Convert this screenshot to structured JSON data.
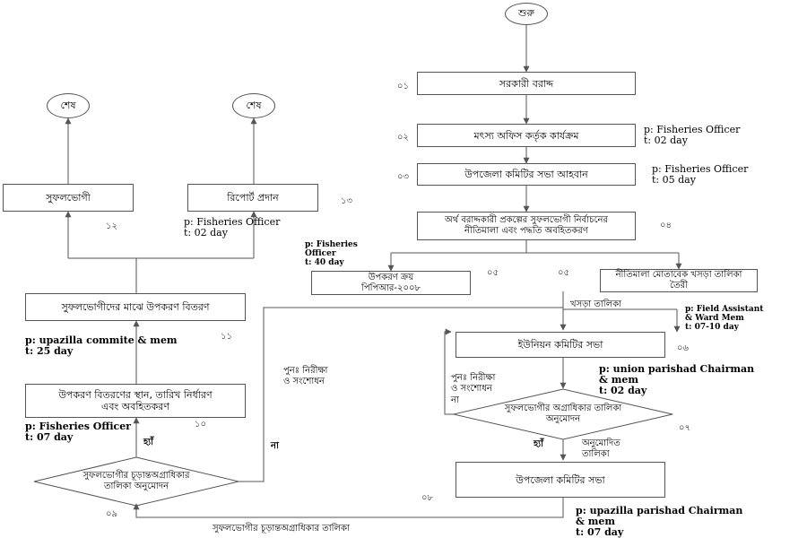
{
  "start": "শুরু",
  "ends": [
    "শেষ",
    "শেষ"
  ],
  "steps": {
    "s01": {
      "num": "০১",
      "label": "সরকারী বরাদ্দ"
    },
    "s02": {
      "num": "০২",
      "label": "মৎস্য অফিস কর্তৃক কার্যক্রম",
      "role": "p: Fisheries Officer",
      "time": "t: 02 day"
    },
    "s03": {
      "num": "০৩",
      "label": "উপজেলা কমিটির সভা আহবান",
      "role": "p: Fisheries Officer",
      "time": "t: 05 day"
    },
    "s04": {
      "num": "০৪",
      "label_line1": "অর্থ বরাদ্দকারী প্রকল্পের সুফলভোগী নির্বাচনের",
      "label_line2": "নীতিমালা এবং পদ্ধতি অবহিতকরণ"
    },
    "s05a": {
      "num": "০৫",
      "label_line1": "উপকরণ ক্রয়",
      "label_line2": "পিপিআর-২০০৮",
      "role_line1": "p: Fisheries",
      "role_line2": "Officer",
      "time": "t: 40 day"
    },
    "s05b": {
      "num": "০৫",
      "label_line1": "নীতিমালা মোতাবেক খসড়া তালিকা",
      "label_line2": "তৈরী",
      "role_line1": "p: Field Assistant",
      "role_line2": "& Ward Mem",
      "time": "t: 07-10 day"
    },
    "s06": {
      "num": "০৬",
      "label": "ইউনিয়ন কমিটির সভা",
      "role_line1": "p: union parishad Chairman",
      "role_line2": "& mem",
      "time": "t: 02 day"
    },
    "s07": {
      "num": "০৭",
      "label_line1": "সুফলভোগীর অগ্রাধিকার তালিকা",
      "label_line2": "অনুমোদন"
    },
    "s08": {
      "num": "০৮",
      "label": "উপজেলা কমিটির সভা",
      "role_line1": "p: upazilla parishad Chairman",
      "role_line2": "& mem",
      "time": "t: 07 day"
    },
    "s09": {
      "num": "০৯",
      "label_line1": "সুফলভোগীর চূড়ান্তঅগ্রাধিকার",
      "label_line2": "তালিকা অনুমোদন"
    },
    "s10": {
      "num": "১০",
      "label_line1": "উপকরণ বিতরণের স্থান, তারিখ নির্ধারণ",
      "label_line2": "এবং অবহিতকরণ",
      "role": "p: Fisheries Officer",
      "time": "t: 07 day"
    },
    "s11": {
      "num": "১১",
      "label": "সুফলভোগীদের মাঝে উপকরণ বিতরণ",
      "role": "p: upazilla commite & mem",
      "time": "t: 25 day"
    },
    "s12": {
      "num": "১২",
      "label": "সুফলভোগী"
    },
    "s13": {
      "num": "১৩",
      "label": "রিপোর্ট প্রদান",
      "role": "p: Fisheries Officer",
      "time": "t: 02 day"
    }
  },
  "edges": {
    "draft_list": "খসড়া তালিকা",
    "recheck1": "পুনঃ নিরীক্ষা",
    "recheck1b": "ও সংশোধন",
    "no1": "না",
    "recheck2": "পুনঃ নিরীক্ষা",
    "recheck2b": "ও সংশোধন",
    "no2": "না",
    "yes1": "হ্যাঁ",
    "approved": "অনুমোদিত",
    "approved_b": "তালিকা",
    "yes2": "হ্যাঁ",
    "final_list": "সুফলভোগীর চূড়ান্তঅগ্রাধিকার তালিকা"
  },
  "colors": {
    "line": "#555555",
    "text": "#000000"
  }
}
